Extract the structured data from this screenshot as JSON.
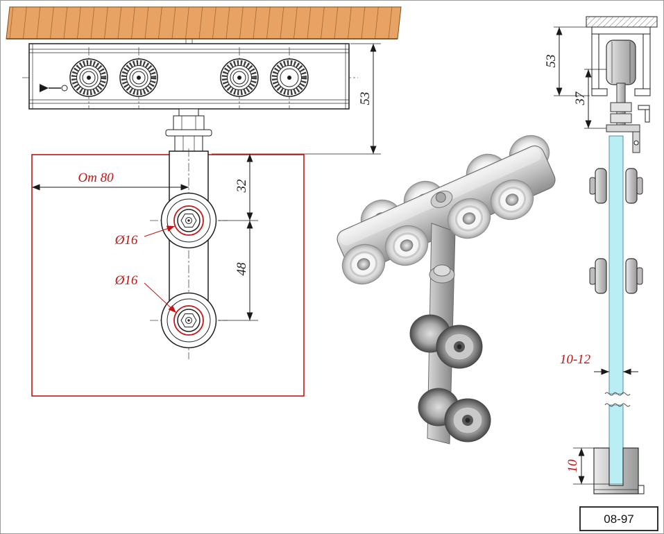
{
  "title_block": {
    "code": "08-97"
  },
  "front_view": {
    "dim_height_53": "53"
  },
  "panel_view": {
    "dim_offset_80": "От 80",
    "dim_dia_upper": "Ø16",
    "dim_dia_lower": "Ø16",
    "dim_32": "32",
    "dim_48": "48"
  },
  "side_view": {
    "dim_53": "53",
    "dim_37": "37",
    "dim_glass_thickness": "10-12",
    "dim_bottom_inset": "10"
  },
  "colors": {
    "dimension_red": "#c41414",
    "glass": "#b9eef5",
    "brick": "#e8a263"
  }
}
